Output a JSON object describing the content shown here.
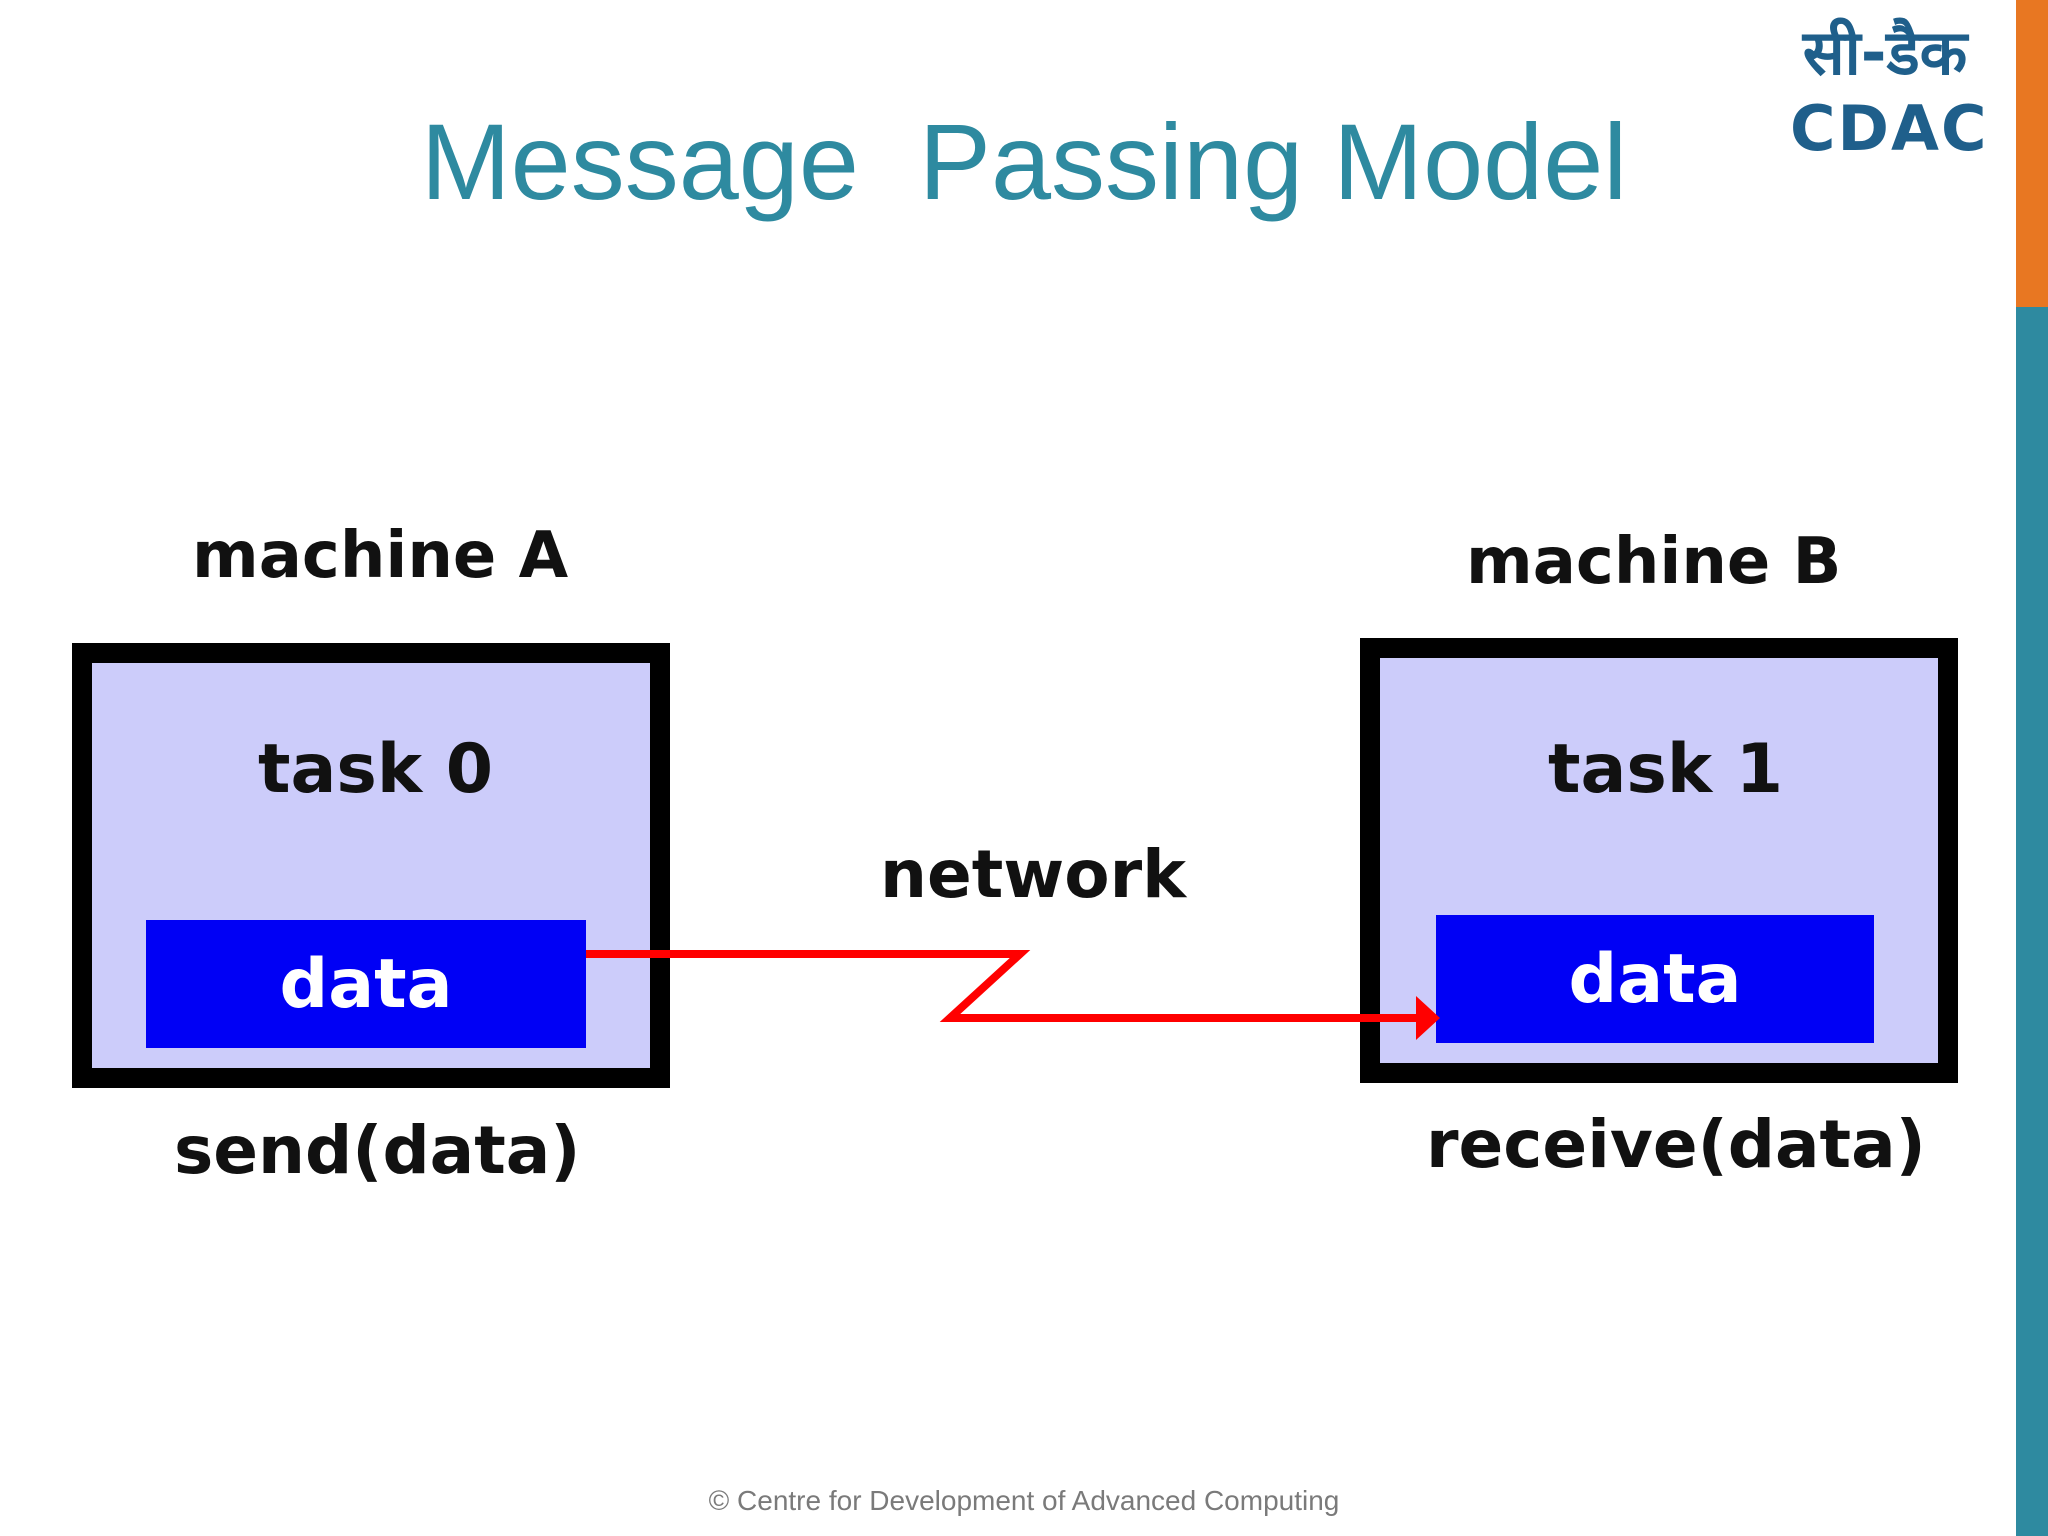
{
  "slide": {
    "title": "Message  Passing Model",
    "footer": "© Centre for Development of Advanced Computing"
  },
  "logo": {
    "devanagari": "सी-डैक",
    "latin": "CDAC"
  },
  "diagram": {
    "machine_a": {
      "label": "machine A",
      "task": "task 0",
      "data": "data",
      "operation": "send(data)"
    },
    "machine_b": {
      "label": "machine B",
      "task": "task 1",
      "data": "data",
      "operation": "receive(data)"
    },
    "network": {
      "label": "network"
    }
  },
  "colors": {
    "title": "#2e8aa0",
    "box_fill": "#ccccfa",
    "box_border": "#000000",
    "data_fill": "#0000f5",
    "arrow": "#ff0000",
    "side_bar_top": "#e87722",
    "side_bar_bottom": "#2e8aa0",
    "logo": "#1f5f8b"
  }
}
